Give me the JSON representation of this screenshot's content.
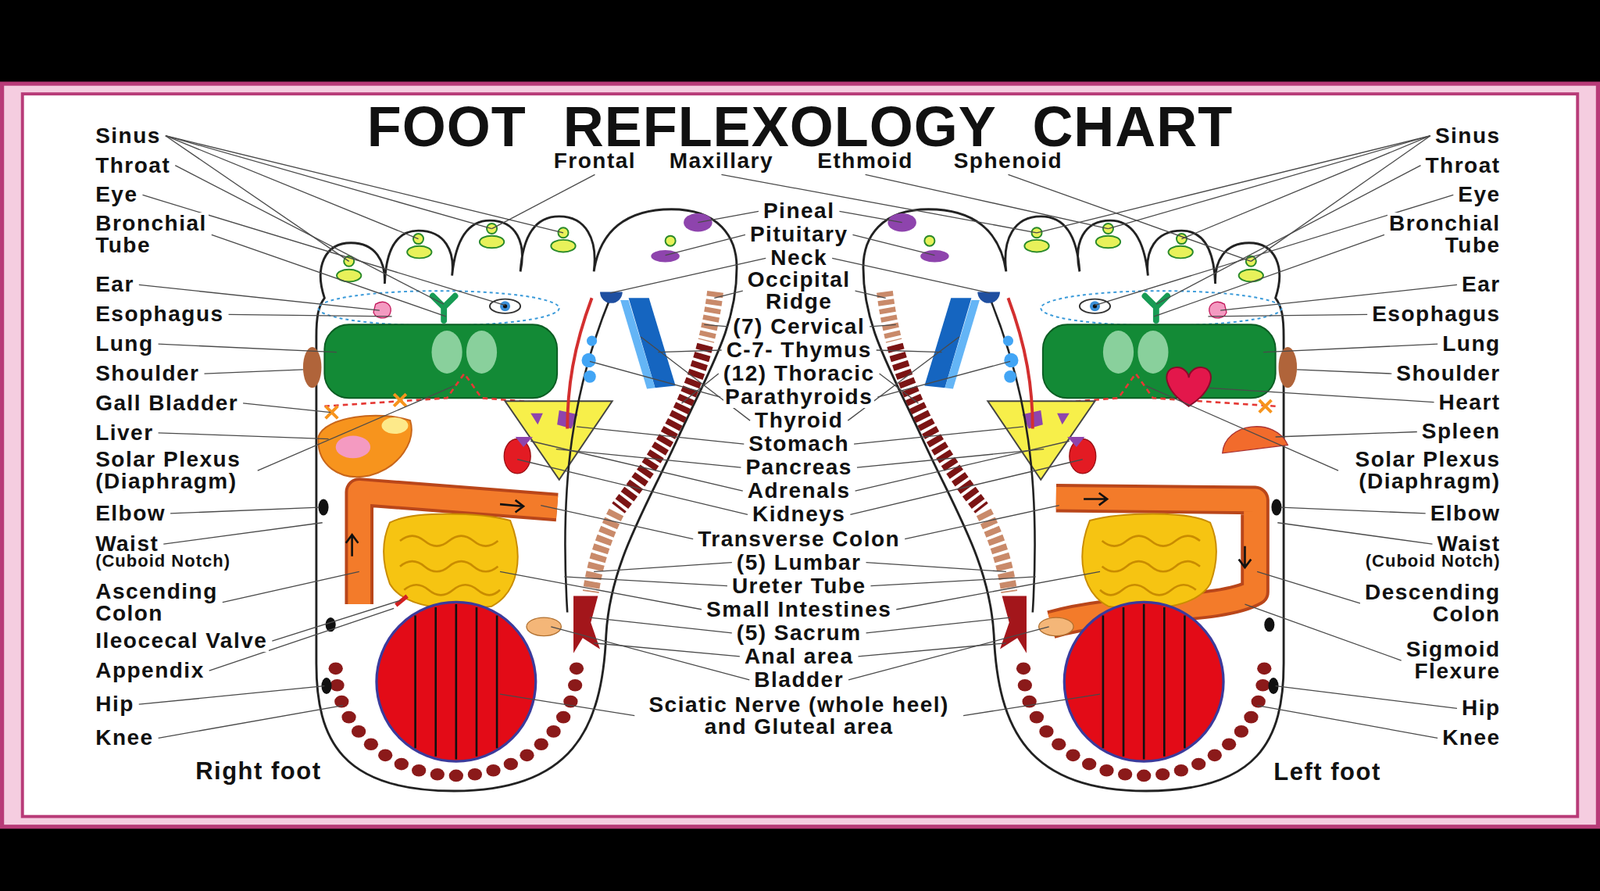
{
  "diagram": {
    "title": "FOOT REFLEXOLOGY CHART",
    "labels": [
      "Sinus",
      "Throat",
      "Eye",
      "Bronchial Tube",
      "Ear",
      "Esophagus",
      "Lung",
      "Shoulder",
      "Gall Bladder",
      "Liver",
      "Solar Plexus (Diaphragm)",
      "Elbow",
      "Waist",
      "(Cuboid Notch)",
      "Ascending Colon",
      "Ileocecal Valve",
      "Appendix",
      "Hip",
      "Knee",
      "Frontal",
      "Maxillary",
      "Ethmoid",
      "Sphenoid",
      "Pineal",
      "Pituitary",
      "Neck",
      "Occipital Ridge",
      "(7) Cervical",
      "C-7- Thymus",
      "(12) Thoracic",
      "Parathyroids",
      "Thyroid",
      "Stomach",
      "Pancreas",
      "Adrenals",
      "Kidneys",
      "Transverse Colon",
      "(5) Lumbar",
      "Ureter Tube",
      "Small Intestines",
      "(5) Sacrum",
      "Anal area",
      "Bladder",
      "Sciatic Nerve (whole heel) and Gluteal area",
      "Sinus",
      "Throat",
      "Eye",
      "Bronchial Tube",
      "Ear",
      "Esophagus",
      "Lung",
      "Shoulder",
      "Heart",
      "Spleen",
      "Solar Plexus (Diaphragm)",
      "Elbow",
      "Waist",
      "(Cuboid Notch)",
      "Descending Colon",
      "Sigmoid Flexure",
      "Hip",
      "Knee",
      "Right foot",
      "Left foot"
    ]
  }
}
